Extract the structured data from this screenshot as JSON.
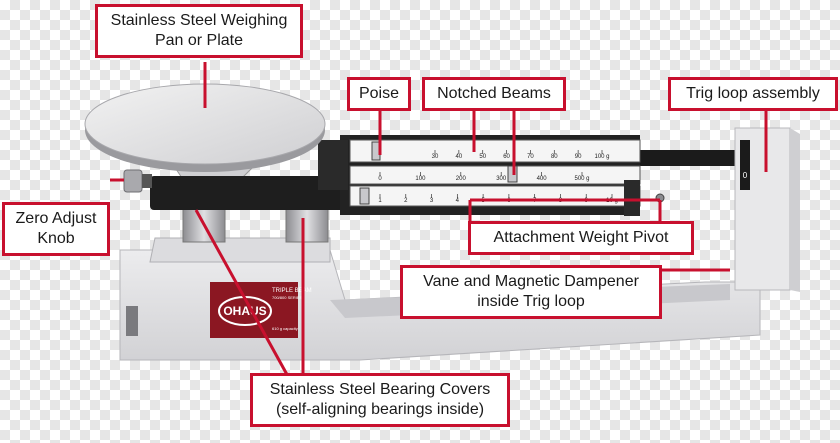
{
  "labels": {
    "pan": [
      "Stainless Steel Weighing",
      "Pan or Plate"
    ],
    "poise": "Poise",
    "notched_beams": "Notched Beams",
    "trig_loop": "Trig loop assembly",
    "zero_knob": [
      "Zero Adjust",
      "Knob"
    ],
    "attachment_pivot": "Attachment Weight Pivot",
    "vane": [
      "Vane and Magnetic Dampener",
      "inside Trig loop"
    ],
    "bearing_covers": [
      "Stainless Steel Bearing Covers",
      "(self-aligning bearings inside)"
    ]
  },
  "beam_scales": {
    "top": [
      "30",
      "40",
      "50",
      "60",
      "70",
      "80",
      "90",
      "100 g"
    ],
    "middle": [
      "0",
      "100",
      "200",
      "300",
      "400",
      "500 g"
    ],
    "bottom": [
      "1",
      "2",
      "3",
      "4",
      "5",
      "6",
      "7",
      "8",
      "9",
      "10 g"
    ]
  },
  "plate": {
    "brand": "OHAUS",
    "model_line1": "TRIPLE BEAM",
    "model_line2": "700/800 SERIES",
    "capacity": "610 g capacity"
  },
  "trig_zero_mark": "0",
  "colors": {
    "accent": "#c8102e",
    "base": "#e4e4e6",
    "beam_frame": "#1e1e1e",
    "beam_face": "#f5f5f5",
    "plate_red": "#8b1722"
  }
}
